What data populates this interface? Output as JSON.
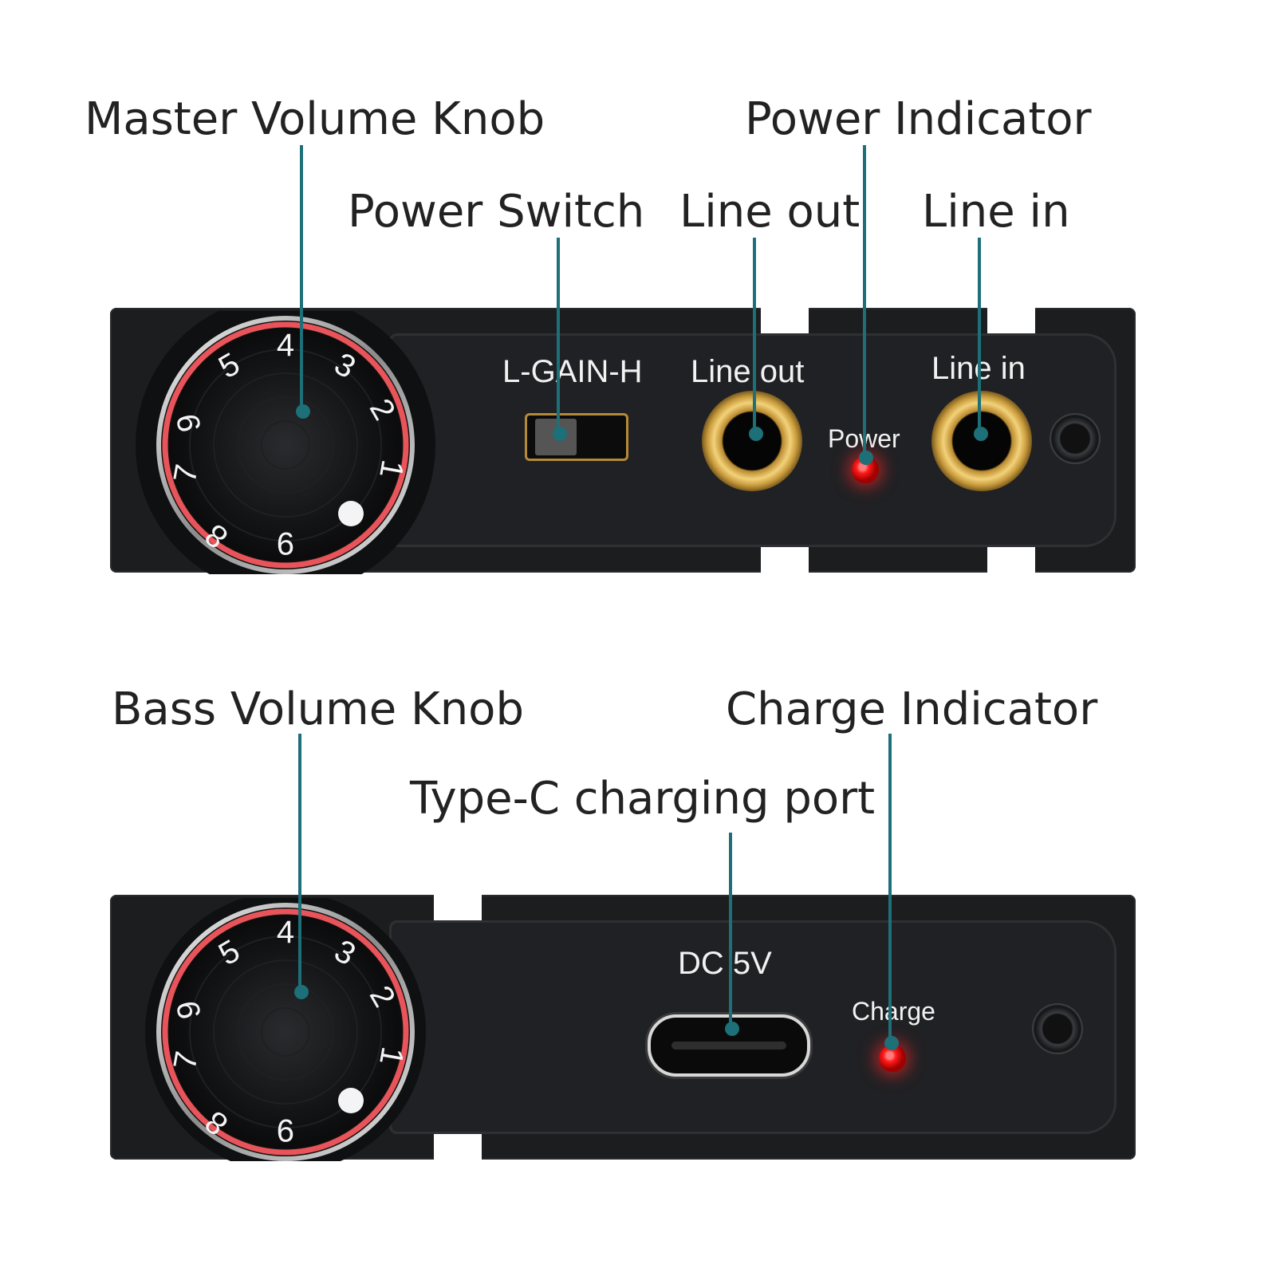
{
  "top_device": {
    "callouts": {
      "master_volume_knob": "Master Volume Knob",
      "power_indicator": "Power Indicator",
      "power_switch": "Power Switch",
      "line_out": "Line out",
      "line_in": "Line in"
    },
    "panel": {
      "gain_label": "L-GAIN-H",
      "line_out_label": "Line out",
      "power_label": "Power",
      "line_in_label": "Line in"
    }
  },
  "bottom_device": {
    "callouts": {
      "bass_volume_knob": "Bass Volume Knob",
      "charge_indicator": "Charge Indicator",
      "type_c_port": "Type-C charging port"
    },
    "panel": {
      "dc_label": "DC 5V",
      "charge_label": "Charge"
    }
  },
  "knob_numbers": [
    "1",
    "2",
    "3",
    "4",
    "5",
    "6",
    "7",
    "8",
    "9"
  ],
  "colors": {
    "leader_line": "#1d6f78",
    "knob_ring": "#e8545a",
    "led": "#ff1a1a",
    "jack_gold": "#e8c060"
  }
}
